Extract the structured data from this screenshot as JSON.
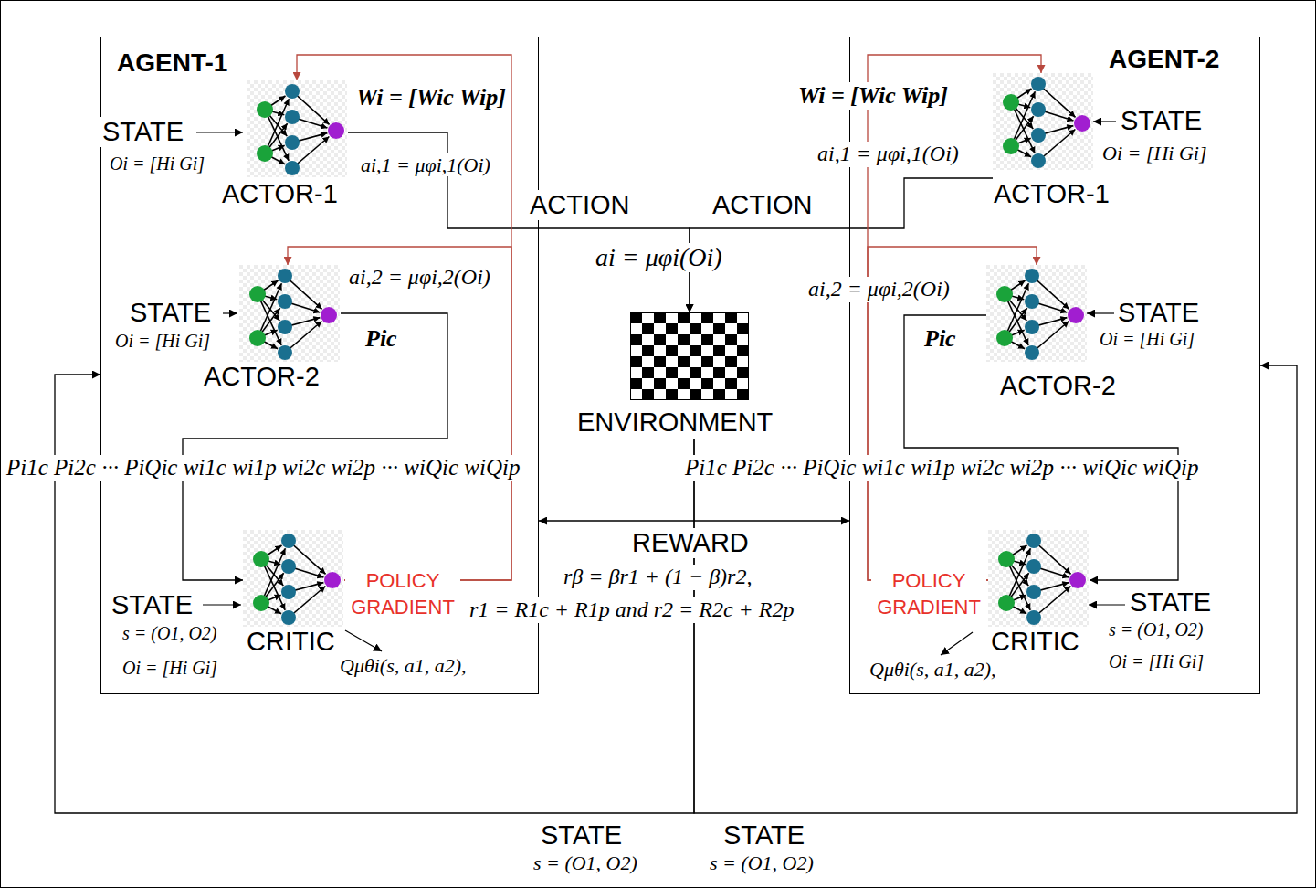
{
  "diagram": {
    "nodes": [
      {
        "text": [
          "AGENT-1"
        ]
      },
      {
        "text": [
          "ACTOR-1"
        ],
        "in": 0
      },
      {
        "text": [
          "ACTOR-2"
        ],
        "in": 0
      },
      {
        "text": [
          "CRITIC"
        ],
        "in": 0
      },
      {
        "text": [
          "AGENT-2"
        ]
      },
      {
        "text": [
          "ACTOR-1"
        ],
        "in": 4
      },
      {
        "text": [
          "ACTOR-2"
        ],
        "in": 4
      },
      {
        "text": [
          "CRITIC"
        ],
        "in": 4
      },
      {
        "text": [
          "ENVIRONMENT"
        ]
      }
    ],
    "edges": [
      {
        "from": 1,
        "to": 8,
        "arrow": "to",
        "label": "ACTION"
      },
      {
        "from": 5,
        "to": 8,
        "arrow": "to",
        "label": "ACTION"
      },
      {
        "from": 2,
        "to": 3,
        "arrow": "to"
      },
      {
        "from": 3,
        "to": 1,
        "arrow": "to",
        "label": "POLICY GRADIENT"
      },
      {
        "from": 3,
        "to": 2,
        "arrow": "to"
      },
      {
        "from": 6,
        "to": 7,
        "arrow": "to"
      },
      {
        "from": 7,
        "to": 5,
        "arrow": "to",
        "label": "POLICY GRADIENT"
      },
      {
        "from": 7,
        "to": 6,
        "arrow": "to"
      },
      {
        "from": 0,
        "to": 4,
        "arrow": "both",
        "label": "REWARD"
      },
      {
        "from": 8,
        "to": 0,
        "arrow": "to"
      },
      {
        "from": 8,
        "to": 4,
        "arrow": "to"
      }
    ],
    "labels": [
      "Wi = [Wic Wip]",
      "STATE",
      "Oi = [Hi Gi]",
      "ai,1 = μφi,1(Oi)",
      "ai,2 = μφi,2(Oi)",
      "STATE",
      "Oi = [Hi Gi]",
      "Pic",
      "STATE",
      "s = (O1, O2)",
      "Oi = [Hi Gi]",
      "Qμθi(s, a1, a2),",
      "ai = μφi(Oi)",
      "rβ = βr1 + (1 − β)r2,",
      "r1 = R1c + R1p and r2 = R2c + R2p",
      "Pi1c Pi2c ··· PiQic wi1c wi1p wi2c wi2p ··· wiQic wiQip",
      "Pi1c Pi2c ··· PiQic wi1c wi1p wi2c wi2p ··· wiQic wiQip",
      "Wi = [Wic Wip]",
      "STATE",
      "Oi = [Hi Gi]",
      "ai,1 = μφi,1(Oi)",
      "ai,2 = μφi,2(Oi)",
      "Pic",
      "STATE",
      "Oi = [Hi Gi]",
      "STATE",
      "s = (O1, O2)",
      "Oi = [Hi Gi]",
      "Qμθi(s, a1, a2),",
      "STATE",
      "s = (O1, O2)",
      "STATE",
      "s = (O1, O2)"
    ]
  }
}
